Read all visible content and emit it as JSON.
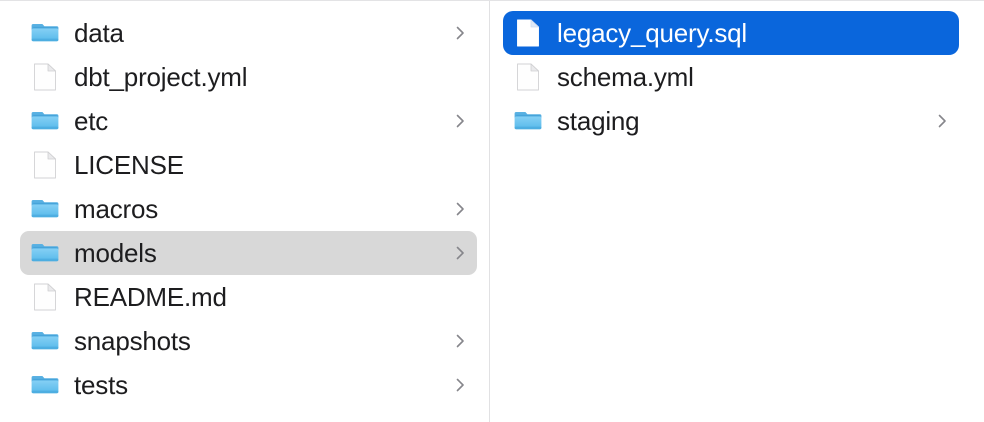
{
  "window": {
    "title": "Column Browser",
    "background_color": "#ffffff",
    "divider_color": "#e1e1e3",
    "text_color": "#1d1d1f",
    "selection_blue": "#0a66dc",
    "selection_gray": "#d8d8d8",
    "folder_icon_color": "#63c0ef",
    "file_icon_color": "#ffffff"
  },
  "columns": [
    {
      "name": "column-1",
      "items": [
        {
          "label": "data",
          "icon": "folder-icon",
          "type": "folder",
          "has_chevron": true,
          "selected": false,
          "selection": "none"
        },
        {
          "label": "dbt_project.yml",
          "icon": "file-icon",
          "type": "file",
          "has_chevron": false,
          "selected": false,
          "selection": "none"
        },
        {
          "label": "etc",
          "icon": "folder-icon",
          "type": "folder",
          "has_chevron": true,
          "selected": false,
          "selection": "none"
        },
        {
          "label": "LICENSE",
          "icon": "file-icon",
          "type": "file",
          "has_chevron": false,
          "selected": false,
          "selection": "none"
        },
        {
          "label": "macros",
          "icon": "folder-icon",
          "type": "folder",
          "has_chevron": true,
          "selected": false,
          "selection": "none"
        },
        {
          "label": "models",
          "icon": "folder-icon",
          "type": "folder",
          "has_chevron": true,
          "selected": true,
          "selection": "gray"
        },
        {
          "label": "README.md",
          "icon": "file-icon",
          "type": "file",
          "has_chevron": false,
          "selected": false,
          "selection": "none"
        },
        {
          "label": "snapshots",
          "icon": "folder-icon",
          "type": "folder",
          "has_chevron": true,
          "selected": false,
          "selection": "none"
        },
        {
          "label": "tests",
          "icon": "folder-icon",
          "type": "folder",
          "has_chevron": true,
          "selected": false,
          "selection": "none"
        }
      ]
    },
    {
      "name": "column-2",
      "items": [
        {
          "label": "legacy_query.sql",
          "icon": "file-icon",
          "type": "file",
          "has_chevron": false,
          "selected": true,
          "selection": "blue"
        },
        {
          "label": "schema.yml",
          "icon": "file-icon",
          "type": "file",
          "has_chevron": false,
          "selected": false,
          "selection": "none"
        },
        {
          "label": "staging",
          "icon": "folder-icon",
          "type": "folder",
          "has_chevron": true,
          "selected": false,
          "selection": "none"
        }
      ]
    }
  ]
}
